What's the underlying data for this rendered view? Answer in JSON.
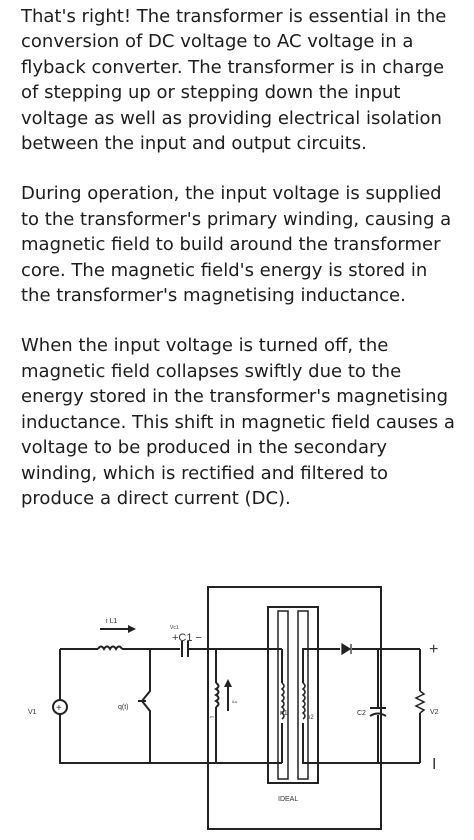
{
  "paragraphs": [
    "That's right! The transformer is essential in the conversion of DC voltage to AC voltage in a flyback converter. The transformer is in charge of stepping up or stepping down the input voltage as well as providing electrical isolation between the input and output circuits.",
    "During operation, the input voltage is supplied to the transformer's primary winding, causing a magnetic field to build around the transformer core. The magnetic field's energy is stored in the transformer's magnetising inductance.",
    "When the input voltage is turned off, the magnetic field collapses swiftly due to the energy stored in the transformer's magnetising inductance. This shift in magnetic field causes a voltage to be produced in the secondary winding, which is rectified and filtered to produce a direct current (DC)."
  ],
  "circuit": {
    "labels": {
      "il1": "i L1",
      "vc1": "Vc1",
      "c1": "+C1 −",
      "v1": "V1",
      "qt": "q(t)",
      "lm": "Lm",
      "ilu": "iLu",
      "n1": "n1",
      "n2": "n2",
      "c2": "C2",
      "v2": "V2",
      "plus": "+",
      "minus": "I",
      "ideal": "IDEAL"
    }
  }
}
